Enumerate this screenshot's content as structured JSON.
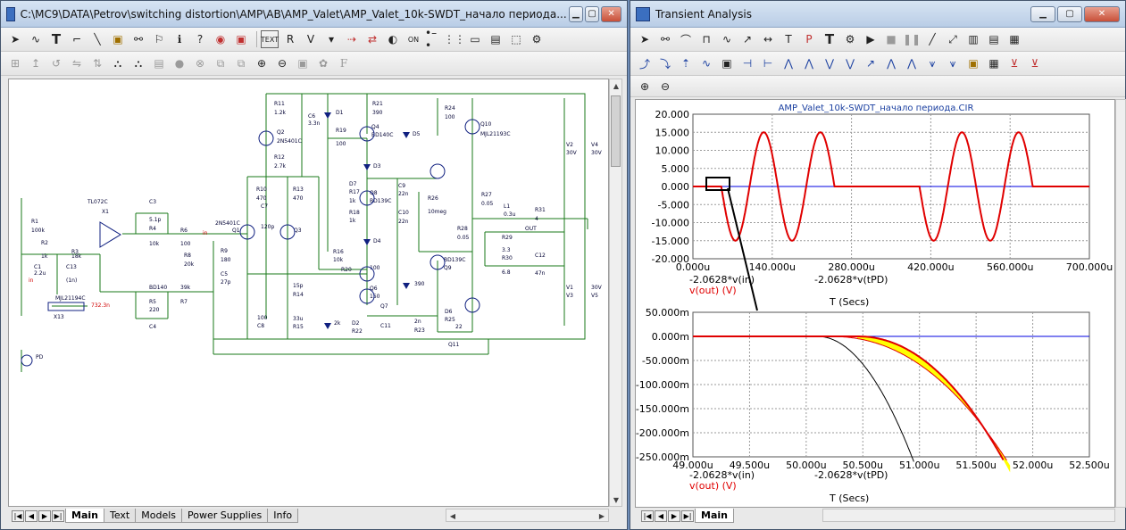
{
  "schematic": {
    "title": "C:\\MC9\\DATA\\Petrov\\switching distortion\\AMP\\AB\\AMP_Valet\\AMP_Valet_10k-SWDT_начало периода...",
    "tabs": [
      "Main",
      "Text",
      "Models",
      "Power Supplies",
      "Info"
    ],
    "labels": [
      "R11",
      "1.2k",
      "C6",
      "3.3n",
      "D1",
      "R21",
      "390",
      "Q2",
      "2N5401C",
      "R19",
      "100",
      "Q4",
      "BD140C",
      "D5",
      "R24",
      "100",
      "Q10",
      "MJL21193C",
      "R12",
      "2.7k",
      "D3",
      "Q8",
      "BD139C",
      "R10",
      "470",
      "R13",
      "470",
      "C7",
      "120p",
      "D7",
      "R17",
      "1k",
      "C9",
      "22n",
      "R26",
      "10meg",
      "R27",
      "0.05",
      "TL072C",
      "X1",
      "C3",
      "5.1p",
      "R4",
      "10k",
      "R6",
      "100",
      "2N5401C",
      "Q1",
      "Q3",
      "R9",
      "180",
      "R8",
      "20k",
      "C5",
      "27p",
      "R18",
      "1k",
      "C10",
      "22n",
      "L1",
      "0.3u",
      "R31",
      "4",
      "OUT",
      "R28",
      "0.05",
      "V2",
      "30V",
      "V4",
      "30V",
      "R1",
      "100k",
      "R2",
      "1k",
      "R3",
      "18k",
      "C1",
      "2.2u",
      "C13",
      "(1n)",
      "R16",
      "10k",
      "D4",
      "R29",
      "3.3",
      "R30",
      "6.8",
      "C12",
      "47n",
      "R20",
      "100",
      "Q6",
      "BD139C",
      "Q9",
      "BD140",
      "R5",
      "39k",
      "R7",
      "220",
      "C4",
      "15p",
      "R14",
      "390",
      "D6",
      "R25",
      "100",
      "C8",
      "33u",
      "R15",
      "2k",
      "D2",
      "R22",
      "150",
      "Q7",
      "C11",
      "2n",
      "R23",
      "22",
      "Q11",
      "MJL21194C",
      "X13",
      "732.3n",
      "PD",
      "V1",
      "V3",
      "30V",
      "V5",
      "30V"
    ],
    "statusbits": [
      "in",
      "in"
    ]
  },
  "transient": {
    "title": "Transient Analysis",
    "tab": "Main",
    "top_title": "AMP_Valet_10k-SWDT_начало периода.CIR",
    "top_y_ticks": [
      "20.000",
      "15.000",
      "10.000",
      "5.000",
      "0.000",
      "-5.000",
      "-10.000",
      "-15.000",
      "-20.000"
    ],
    "top_x_ticks": [
      "0.000u",
      "140.000u",
      "280.000u",
      "420.000u",
      "560.000u",
      "700.000u"
    ],
    "top_legend": [
      "-2.0628*v(in)",
      "-2.0628*v(tPD)",
      "v(out) (V)"
    ],
    "top_xlabel": "T (Secs)",
    "bot_y_ticks": [
      "50.000m",
      "0.000m",
      "-50.000m",
      "-100.000m",
      "-150.000m",
      "-200.000m",
      "-250.000m"
    ],
    "bot_x_ticks": [
      "49.000u",
      "49.500u",
      "50.000u",
      "50.500u",
      "51.000u",
      "51.500u",
      "52.000u",
      "52.500u"
    ],
    "bot_legend": [
      "-2.0628*v(in)",
      "-2.0628*v(tPD)",
      "v(out) (V)"
    ],
    "bot_xlabel": "T (Secs)",
    "colors": {
      "red": "#e00000",
      "blue": "#0000e0",
      "black": "#000000",
      "yellow": "#ffff00",
      "grid": "#9a9a9a"
    }
  }
}
